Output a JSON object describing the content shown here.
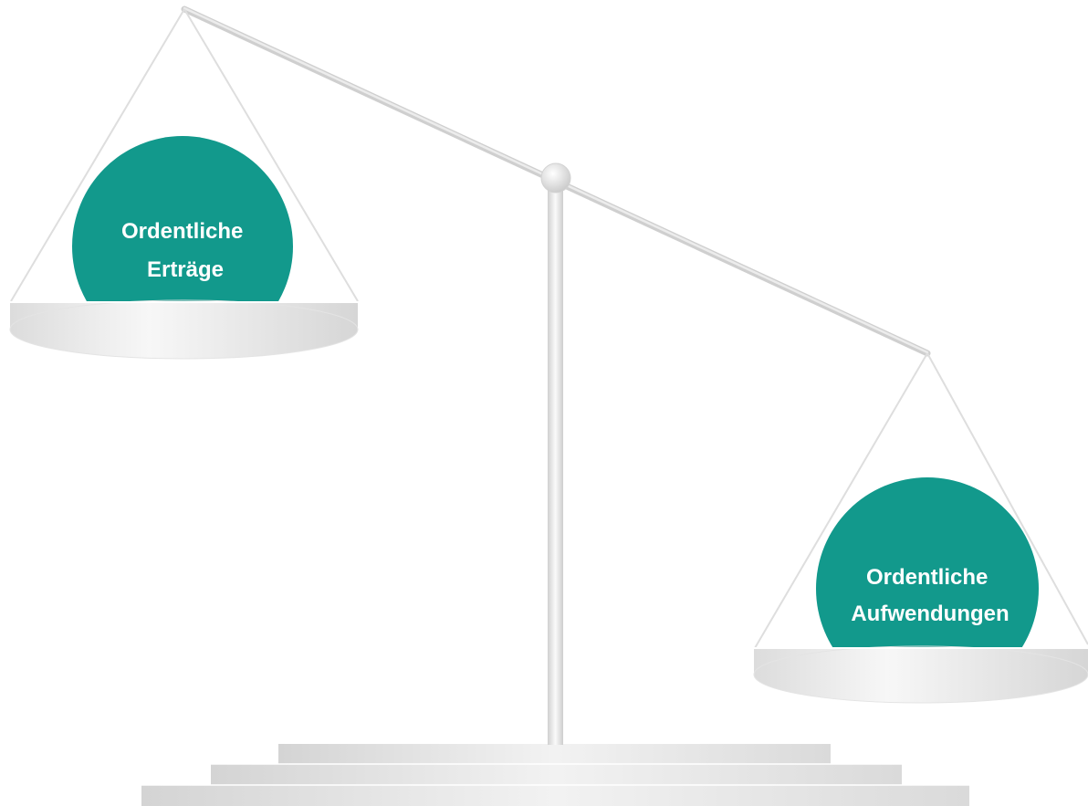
{
  "colors": {
    "weight_fill": "#12998c",
    "label_text": "#ffffff",
    "metal_light": "#f3f3f3",
    "metal_mid": "#dcdcdc",
    "metal_dark": "#bdbdbd"
  },
  "left_pan": {
    "label_line1": "Ordentliche",
    "label_line2": "Erträge"
  },
  "right_pan": {
    "label_line1": "Ordentliche",
    "label_line2": "Aufwendungen"
  }
}
